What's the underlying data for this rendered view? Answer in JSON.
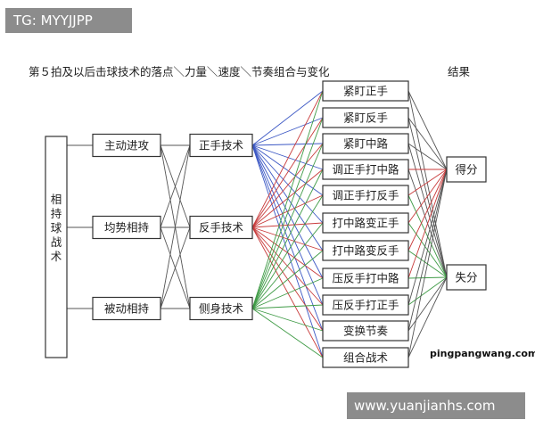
{
  "watermarks": {
    "top_left": "TG: MYYJJPP",
    "site_small": "pingpangwang.com",
    "bottom_right": "www.yuanjianhs.com"
  },
  "title": "第５拍及以后击球技术的落点＼力量＼速度＼节奏组合与变化",
  "result_header": "结果",
  "root": "相持球战术",
  "col1": [
    "主动进攻",
    "均势相持",
    "被动相持"
  ],
  "col2": [
    "正手技术",
    "反手技术",
    "侧身技术"
  ],
  "col3": [
    "紧盯正手",
    "紧盯反手",
    "紧盯中路",
    "调正手打中路",
    "调正手打反手",
    "打中路变正手",
    "打中路变反手",
    "压反手打中路",
    "压反手打正手",
    "变换节奏",
    "组合战术"
  ],
  "col4": [
    "得分",
    "失分"
  ],
  "colors": {
    "line": "#555555",
    "blue": "#3b57c4",
    "red": "#c83a3a",
    "green": "#3f9b46"
  }
}
